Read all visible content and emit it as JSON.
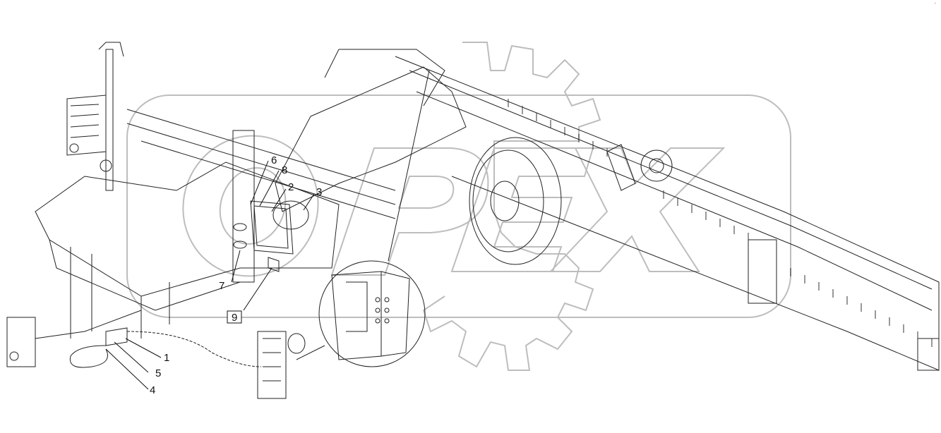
{
  "diagram": {
    "watermark": {
      "text": "OPEX",
      "color": "#bdbdbd"
    },
    "callouts": [
      {
        "id": "1",
        "label": "1"
      },
      {
        "id": "2",
        "label": "2"
      },
      {
        "id": "3",
        "label": "3"
      },
      {
        "id": "4",
        "label": "4"
      },
      {
        "id": "5",
        "label": "5"
      },
      {
        "id": "6",
        "label": "6"
      },
      {
        "id": "7",
        "label": "7"
      },
      {
        "id": "8",
        "label": "8"
      },
      {
        "id": "9",
        "label": "9",
        "boxed": true
      }
    ],
    "corner_mark": "°"
  }
}
